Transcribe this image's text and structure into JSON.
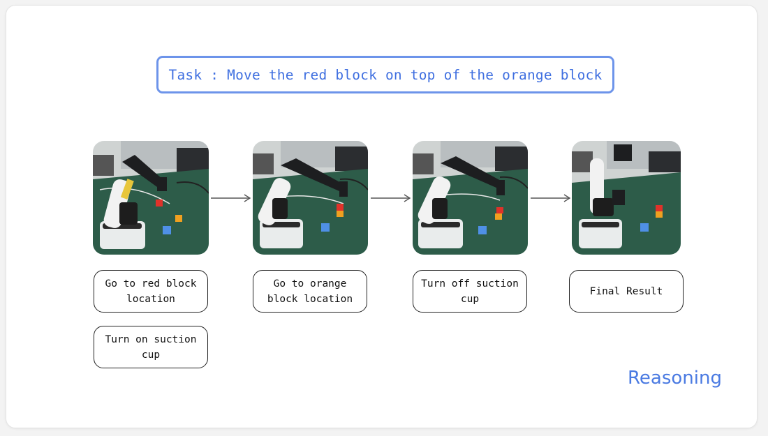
{
  "task_label": "Task : Move the red block on top of the orange block",
  "steps": [
    {
      "actions": [
        "Go to red block location",
        "Turn on suction cup"
      ],
      "image": "robot-arm-at-red-block-photo"
    },
    {
      "actions": [
        "Go to orange block location"
      ],
      "image": "robot-arm-at-orange-block-photo"
    },
    {
      "actions": [
        "Turn off suction cup"
      ],
      "image": "robot-arm-release-photo"
    },
    {
      "actions": [
        "Final Result"
      ],
      "image": "final-stacked-blocks-photo"
    }
  ],
  "footer_label": "Reasoning",
  "colors": {
    "accent": "#4a7ae2",
    "task_border": "#6d94ea",
    "red_block": "#e0322a",
    "orange_block": "#f0a020",
    "blue_block": "#4f90e6",
    "mat": "#2c5a48"
  }
}
